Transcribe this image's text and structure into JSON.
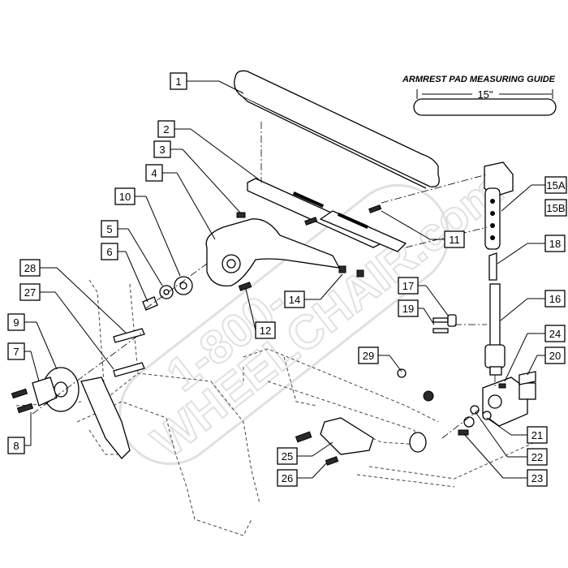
{
  "guide": {
    "title": "ARMREST PAD MEASURING GUIDE",
    "dimension": "15\""
  },
  "watermark": {
    "line1": "1-800-",
    "line2": "WHEELCHAIR.com"
  },
  "callouts": [
    {
      "id": "1",
      "label": "1"
    },
    {
      "id": "2",
      "label": "2"
    },
    {
      "id": "3",
      "label": "3"
    },
    {
      "id": "4",
      "label": "4"
    },
    {
      "id": "5",
      "label": "5"
    },
    {
      "id": "6",
      "label": "6"
    },
    {
      "id": "7",
      "label": "7"
    },
    {
      "id": "8",
      "label": "8"
    },
    {
      "id": "9",
      "label": "9"
    },
    {
      "id": "10",
      "label": "10"
    },
    {
      "id": "11",
      "label": "11"
    },
    {
      "id": "12",
      "label": "12"
    },
    {
      "id": "14",
      "label": "14"
    },
    {
      "id": "15A",
      "label": "15A"
    },
    {
      "id": "15B",
      "label": "15B"
    },
    {
      "id": "16",
      "label": "16"
    },
    {
      "id": "17",
      "label": "17"
    },
    {
      "id": "18",
      "label": "18"
    },
    {
      "id": "19",
      "label": "19"
    },
    {
      "id": "20",
      "label": "20"
    },
    {
      "id": "21",
      "label": "21"
    },
    {
      "id": "22",
      "label": "22"
    },
    {
      "id": "23",
      "label": "23"
    },
    {
      "id": "24",
      "label": "24"
    },
    {
      "id": "25",
      "label": "25"
    },
    {
      "id": "26",
      "label": "26"
    },
    {
      "id": "27",
      "label": "27"
    },
    {
      "id": "28",
      "label": "28"
    },
    {
      "id": "29",
      "label": "29"
    }
  ]
}
